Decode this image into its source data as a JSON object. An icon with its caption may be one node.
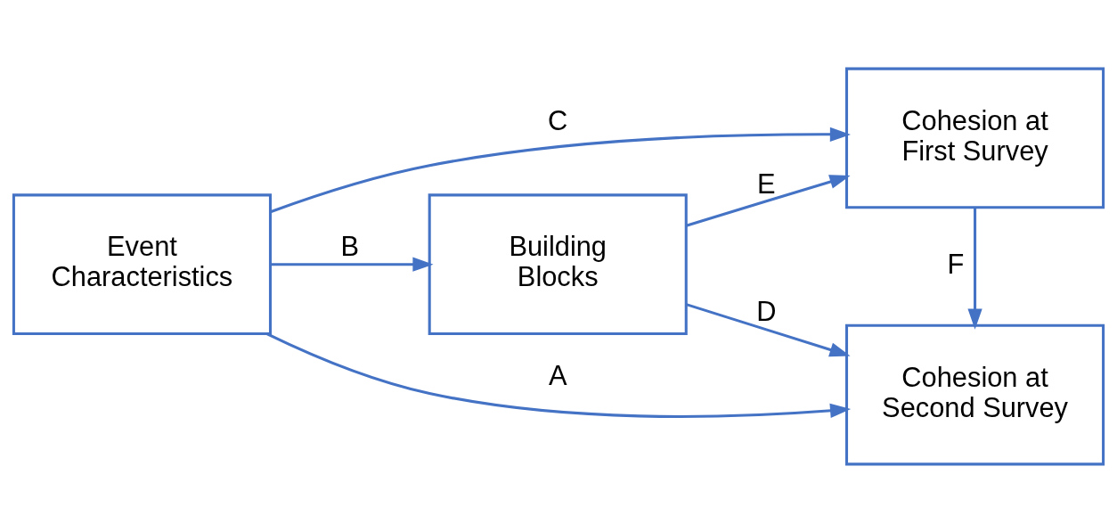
{
  "diagram": {
    "nodes": [
      {
        "text": [
          "Event Characteristics"
        ]
      },
      {
        "text": [
          "Building Blocks"
        ]
      },
      {
        "text": [
          "Cohesion at Second Survey"
        ]
      },
      {
        "text": [
          "Cohesion at First Survey"
        ]
      }
    ],
    "edges": [
      {
        "from": 0,
        "to": 2,
        "arrow": "to",
        "label": "A"
      },
      {
        "from": 0,
        "to": 1,
        "arrow": "to",
        "label": "B"
      },
      {
        "from": 1,
        "to": 2,
        "arrow": "to",
        "label": "D"
      },
      {
        "from": 0,
        "to": 3,
        "arrow": "to",
        "label": "C"
      },
      {
        "from": 1,
        "to": 3,
        "arrow": "to",
        "label": "E"
      },
      {
        "from": 3,
        "to": 2,
        "arrow": "to",
        "label": "F"
      }
    ]
  }
}
